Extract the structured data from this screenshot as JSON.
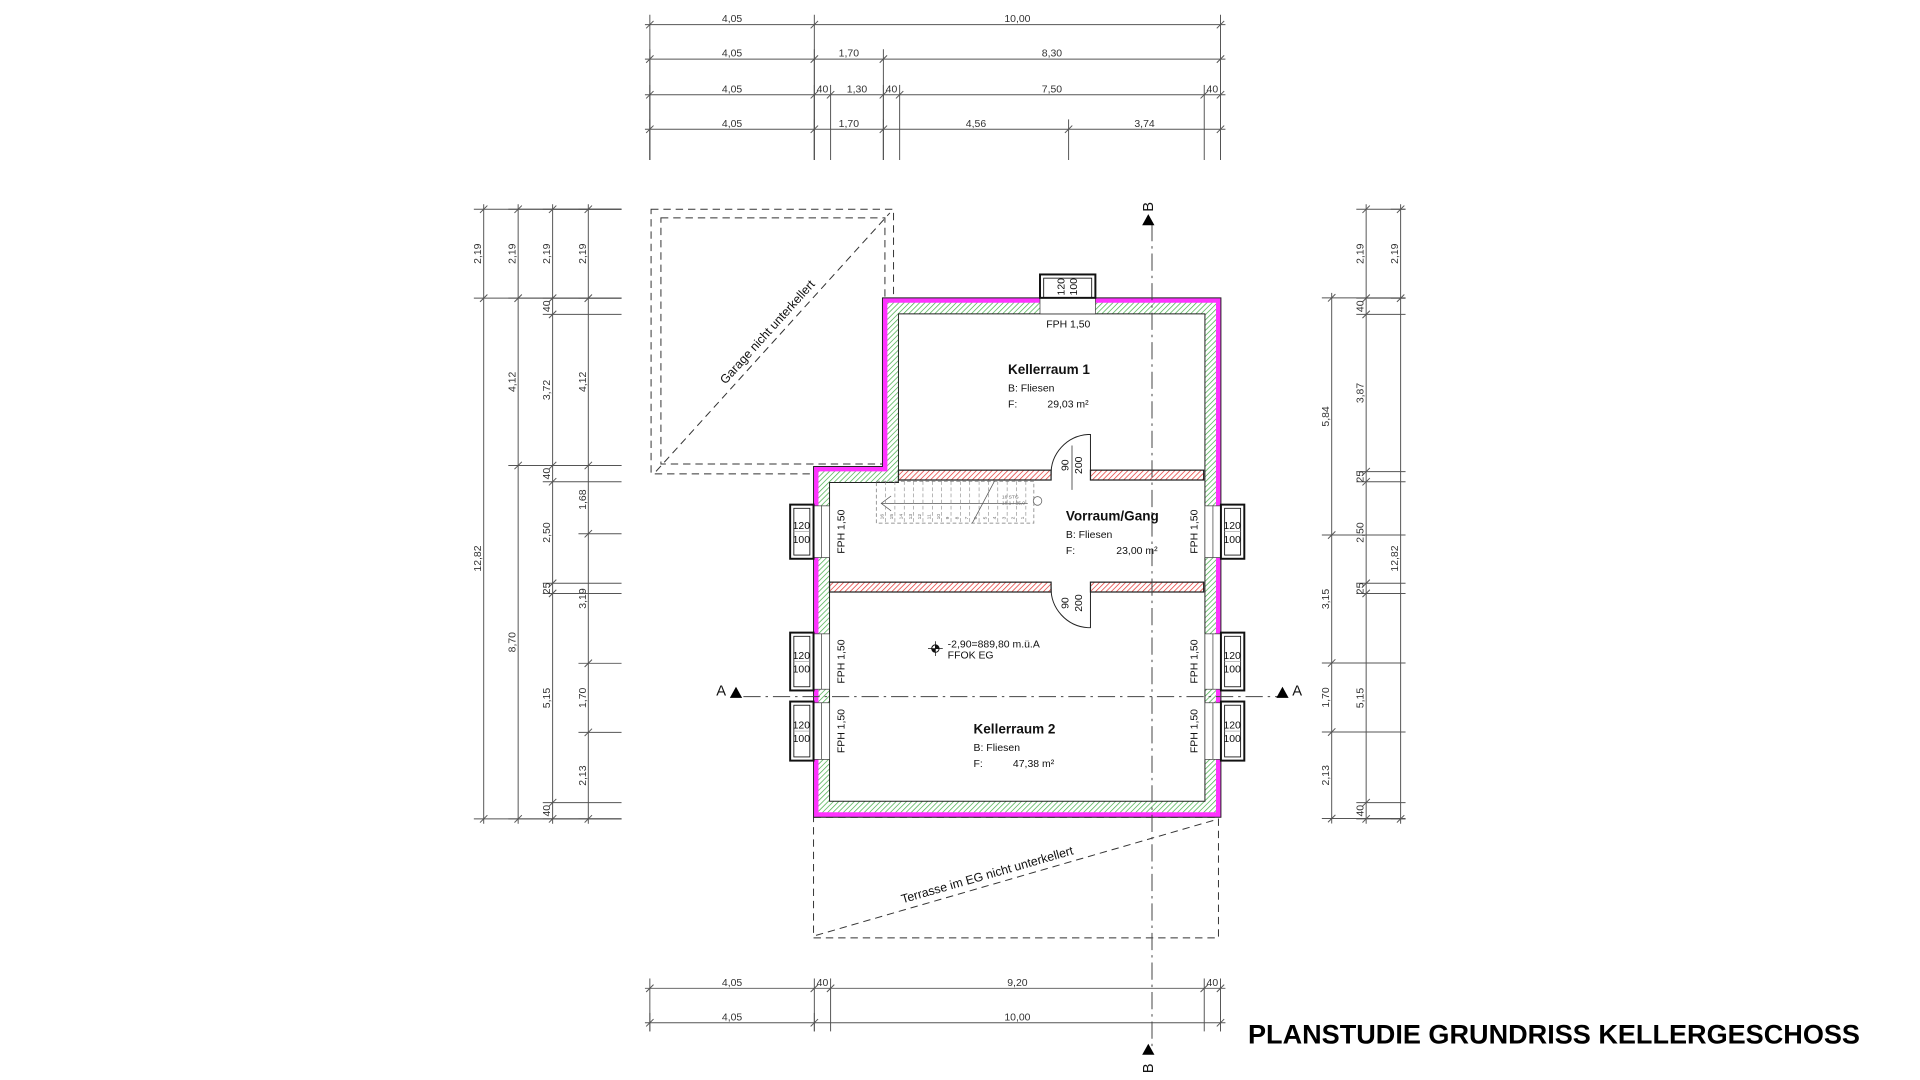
{
  "title": "PLANSTUDIE GRUNDRISS KELLERGESCHOSS",
  "colors": {
    "insulation": "#ff33ff",
    "wall_hatch": "#4caf50",
    "inner_wall_hatch": "#e53935"
  },
  "dimensions": {
    "top": [
      [
        "4,05",
        "10,00"
      ],
      [
        "4,05",
        "1,70",
        "8,30"
      ],
      [
        "4,05",
        "40",
        "1,30",
        "40",
        "7,50",
        "40"
      ],
      [
        "4,05",
        "1,70",
        "4,56",
        "3,74"
      ]
    ],
    "bottom": [
      [
        "4,05",
        "40",
        "9,20",
        "40"
      ],
      [
        "4,05",
        "10,00"
      ]
    ],
    "left": [
      [
        "2,19",
        "12,82"
      ],
      [
        "2,19",
        "4,12",
        "8,70"
      ],
      [
        "2,19",
        "40",
        "3,72",
        "40",
        "2,50",
        "25",
        "5,15",
        "40"
      ],
      [
        "2,19",
        "4,12",
        "1,68",
        "3,19",
        "1,70",
        "2,13"
      ]
    ],
    "right": [
      [
        "5,84",
        "3,15",
        "1,70",
        "2,13"
      ],
      [
        "2,19",
        "40",
        "3,87",
        "25",
        "2,50",
        "25",
        "5,15",
        "40"
      ],
      [
        "2,19",
        "12,82"
      ]
    ]
  },
  "rooms": [
    {
      "name": "Kellerraum 1",
      "floor": "B: Fliesen",
      "area_label": "F:",
      "area": "29,03 m²"
    },
    {
      "name": "Vorraum/Gang",
      "floor": "B: Fliesen",
      "area_label": "F:",
      "area": "23,00 m²"
    },
    {
      "name": "Kellerraum 2",
      "floor": "B: Fliesen",
      "area_label": "F:",
      "area": "47,38 m²"
    }
  ],
  "annotations": {
    "garage": "Garage nicht unterkellert",
    "terrace": "Terrasse im EG nicht unterkellert",
    "level": "-2,90=889,80 m.ü.A",
    "level_ref": "FFOK EG",
    "stairs_count": "16 STG",
    "stairs_ratio": "18,1 / 25,0",
    "stair_steps": [
      "16",
      "15",
      "14",
      "13",
      "12",
      "11",
      "10",
      "9",
      "8",
      "7",
      "6",
      "5",
      "4",
      "3",
      "2",
      "1"
    ]
  },
  "windows": {
    "parapet": "FPH 1,50",
    "width": "120",
    "height": "100"
  },
  "doors": {
    "width": "90",
    "height": "200"
  },
  "sections": {
    "a": "A",
    "b": "B"
  }
}
